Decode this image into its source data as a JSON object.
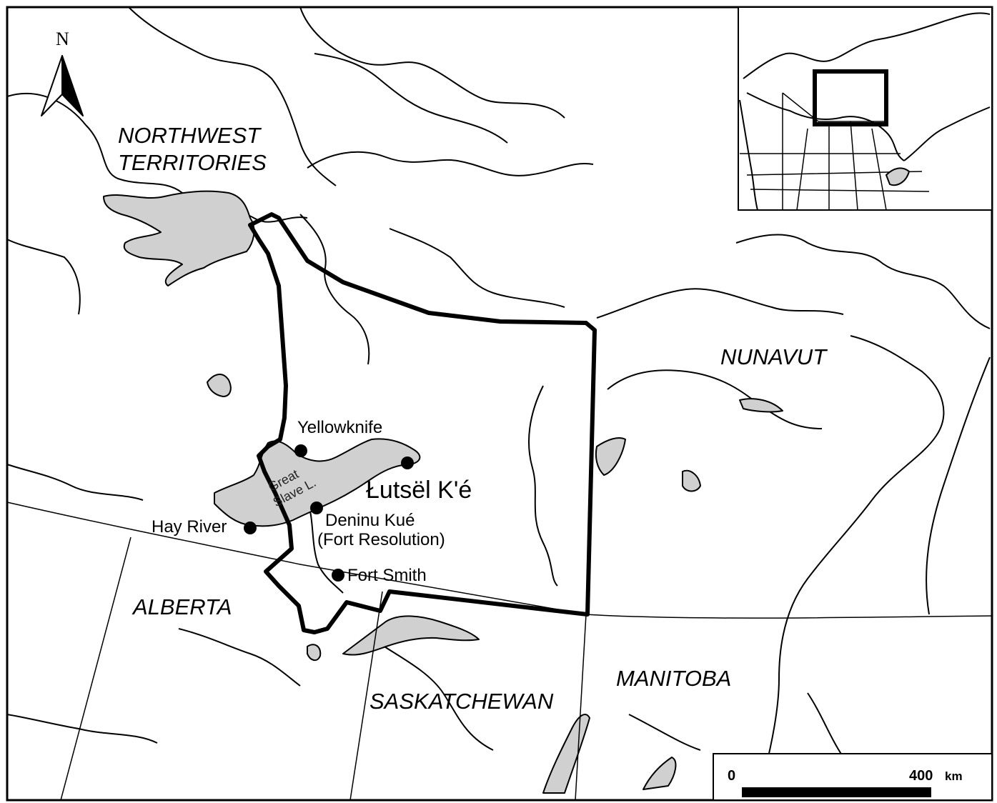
{
  "regions": {
    "nwt_line1": "NORTHWEST",
    "nwt_line2": "TERRITORIES",
    "nunavut": "NUNAVUT",
    "alberta": "ALBERTA",
    "saskatchewan": "SASKATCHEWAN",
    "manitoba": "MANITOBA"
  },
  "places": {
    "yellowknife": "Yellowknife",
    "lutsel_ke": "Łutsël K'é",
    "deninu_kue": "Deninu Kué",
    "fort_resolution": "(Fort Resolution)",
    "hay_river": "Hay River",
    "fort_smith": "Fort Smith"
  },
  "lake": {
    "line1": "Great",
    "line2": "Slave L."
  },
  "north_arrow": {
    "label": "N"
  },
  "scale_bar": {
    "start": "0",
    "end": "400",
    "unit": "km"
  },
  "colors": {
    "lake_fill": "#d0d0d0",
    "ink": "#000000",
    "background": "#ffffff"
  }
}
